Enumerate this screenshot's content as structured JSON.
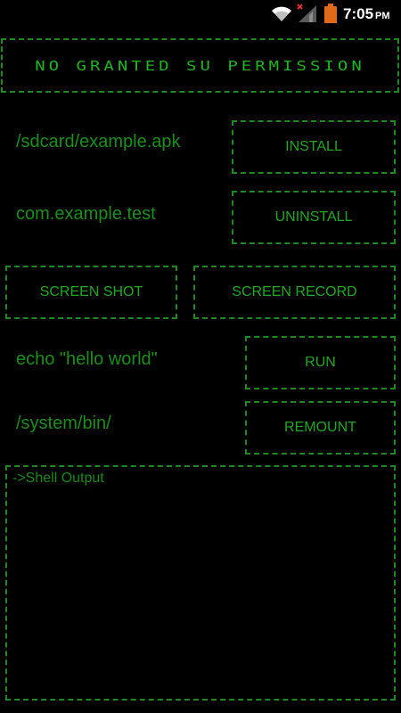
{
  "status_bar": {
    "time": "7:05",
    "ampm": "PM",
    "icons": [
      "wifi-icon",
      "signal-icon",
      "battery-icon"
    ]
  },
  "banner": {
    "text": "No Granted SU Permission"
  },
  "rows": {
    "apk_path": "/sdcard/example.apk",
    "package_name": "com.example.test",
    "command": "echo \"hello world\"",
    "mount_path": "/system/bin/"
  },
  "buttons": {
    "install": "INSTALL",
    "uninstall": "UNINSTALL",
    "screen_shot": "SCREEN SHOT",
    "screen_record": "SCREEN RECORD",
    "run": "RUN",
    "remount": "REMOUNT"
  },
  "shell": {
    "label": "->Shell Output"
  },
  "colors": {
    "background": "#000000",
    "accent_green": "#1fa51f",
    "border_green": "#1f8a1f",
    "battery": "#e06a1a"
  }
}
